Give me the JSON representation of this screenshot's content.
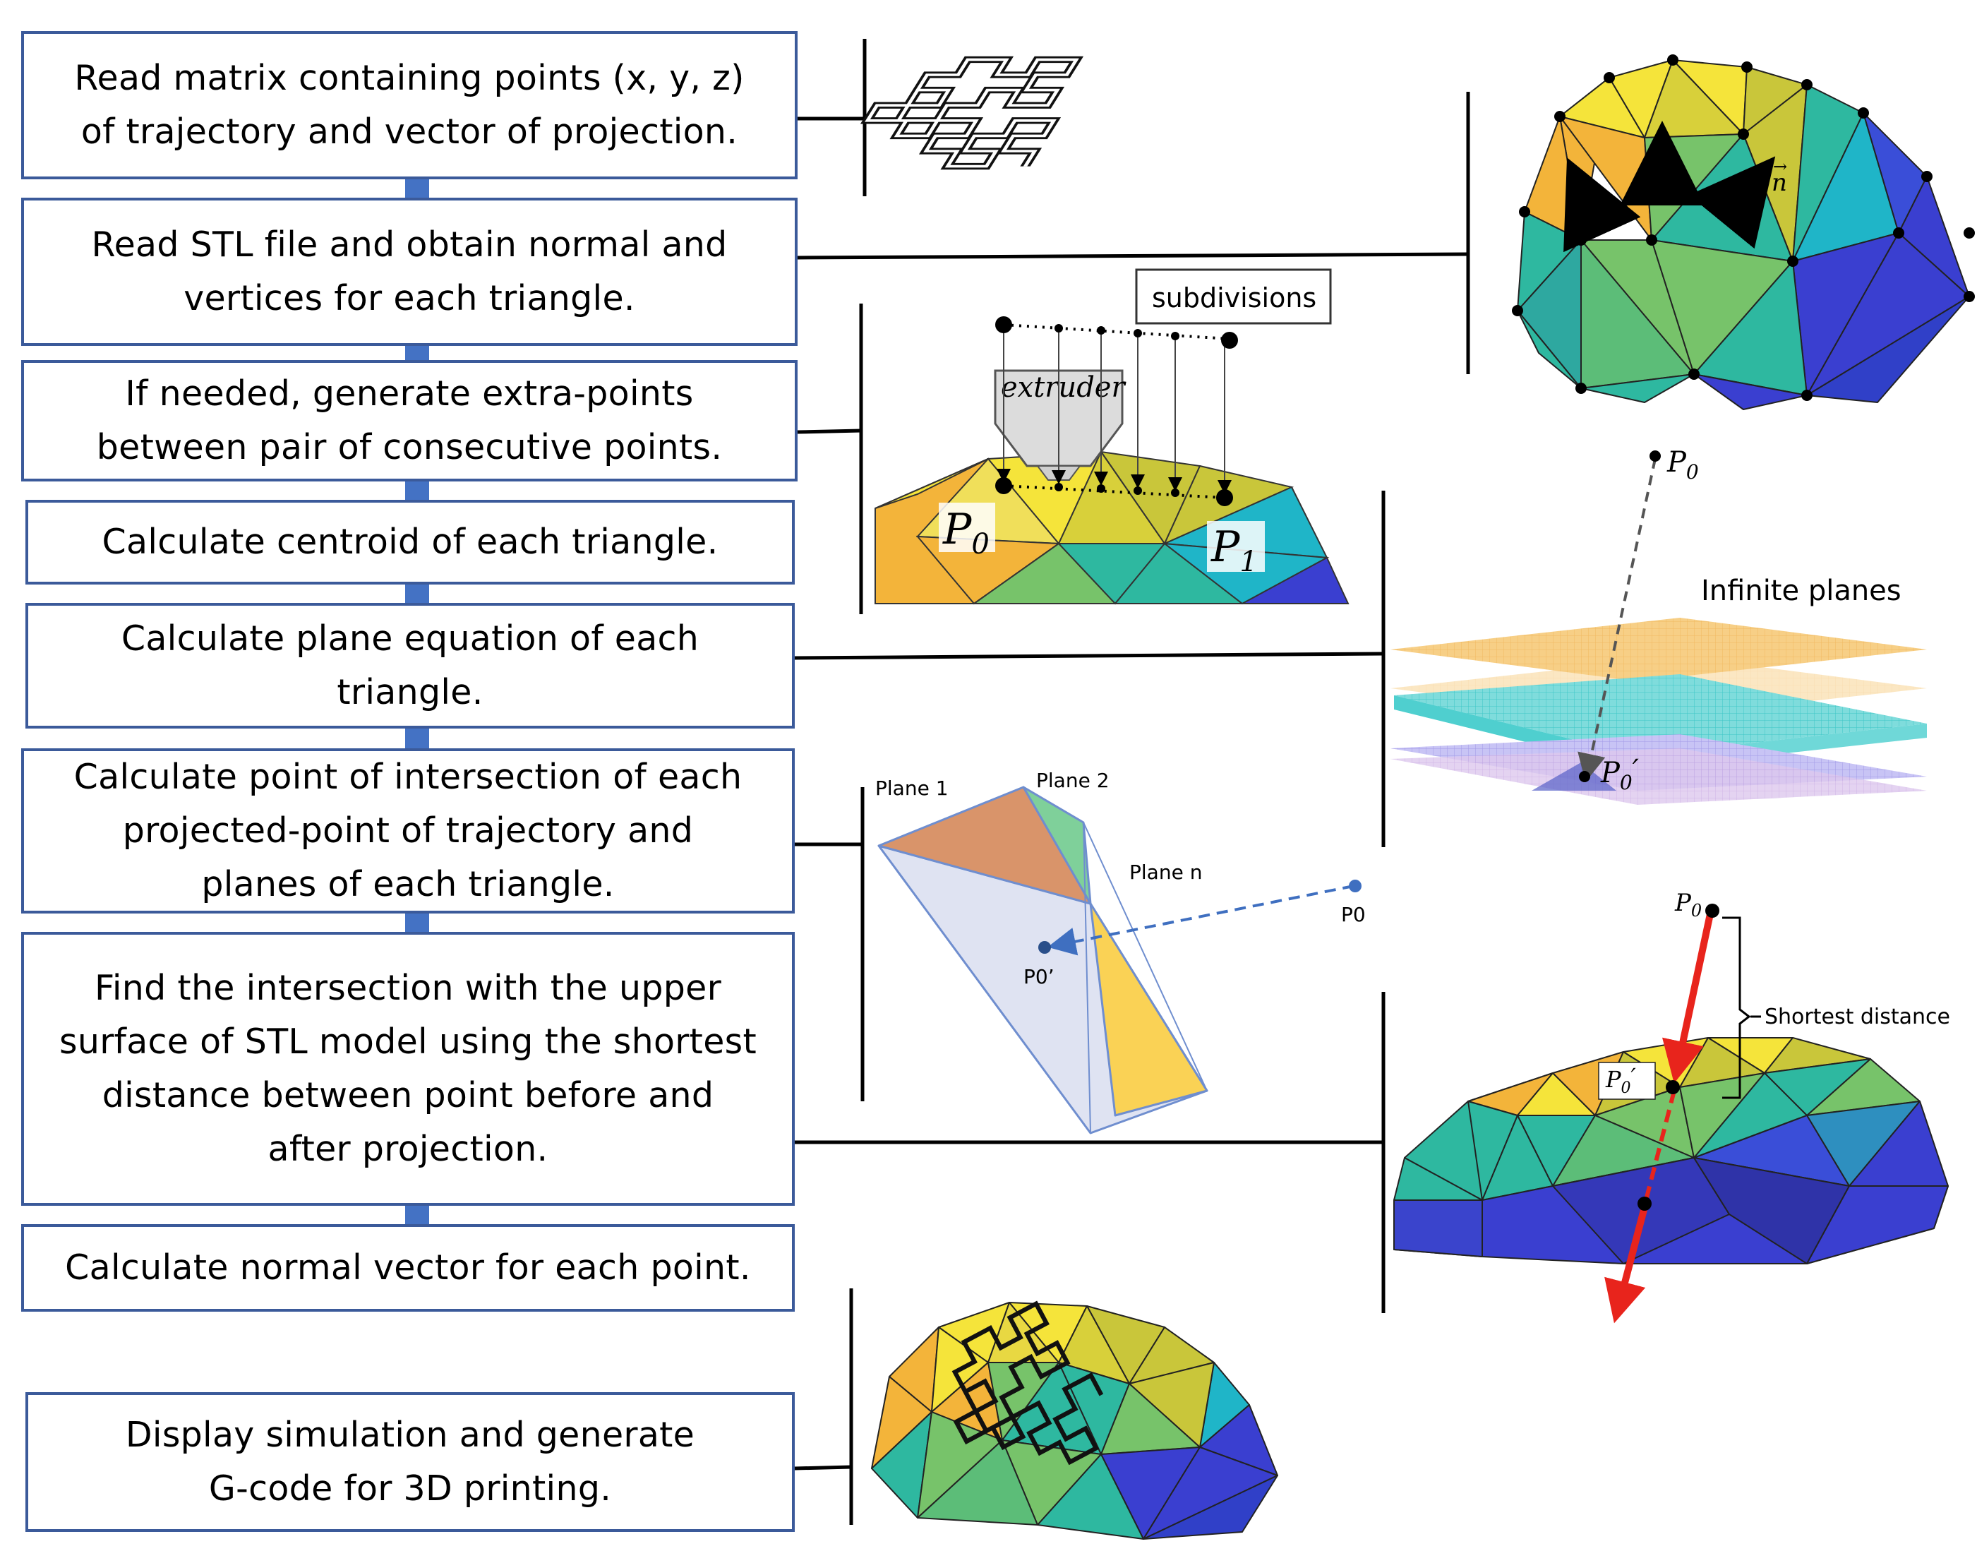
{
  "steps": [
    {
      "text": "Read matrix containing points (x, y, z)\nof trajectory and vector of projection."
    },
    {
      "text": "Read STL file and obtain normal and\nvertices for each triangle."
    },
    {
      "text": "If needed, generate extra-points\nbetween pair of consecutive points."
    },
    {
      "text": "Calculate centroid of each triangle."
    },
    {
      "text": "Calculate plane equation of each\ntriangle."
    },
    {
      "text": "Calculate point of intersection of each\nprojected-point of trajectory and\nplanes of each triangle."
    },
    {
      "text": "Find the intersection with the upper\nsurface of STL model using the shortest\ndistance between point before and\nafter projection."
    },
    {
      "text": "Calculate normal vector for each point."
    },
    {
      "text": "Display simulation and generate\nG-code for 3D printing."
    }
  ],
  "illustrations": {
    "normal": {
      "label": "n"
    },
    "subdivision": {
      "box_label": "subdivisions",
      "extruder_label": "extruder",
      "p0": "P",
      "p0_sub": "0",
      "p1": "P",
      "p1_sub": "1"
    },
    "planes": {
      "title": "Infinite planes",
      "p0": "P",
      "p0_sub": "0",
      "p0prime": "P",
      "p0prime_sub": "0",
      "p0prime_mark": "′"
    },
    "intersection": {
      "plane1": "Plane 1",
      "plane2": "Plane 2",
      "planen": "Plane n",
      "p0": "P0",
      "p0prime": "P0’"
    },
    "shortest": {
      "p0": "P",
      "p0_sub": "0",
      "p0prime": "P",
      "p0prime_sub": "0",
      "p0prime_mark": "′",
      "label": "Shortest distance"
    }
  },
  "colors": {
    "box_border": "#3b5a9a",
    "flow_arrow": "#4472c4",
    "yellow": "#f5e43a",
    "orange": "#f3b43a",
    "olive": "#c9c63a",
    "green": "#77c36a",
    "teal": "#2eb8a0",
    "cyan": "#1fb5c8",
    "blue": "#3a3fd0",
    "red": "#e8241c"
  }
}
